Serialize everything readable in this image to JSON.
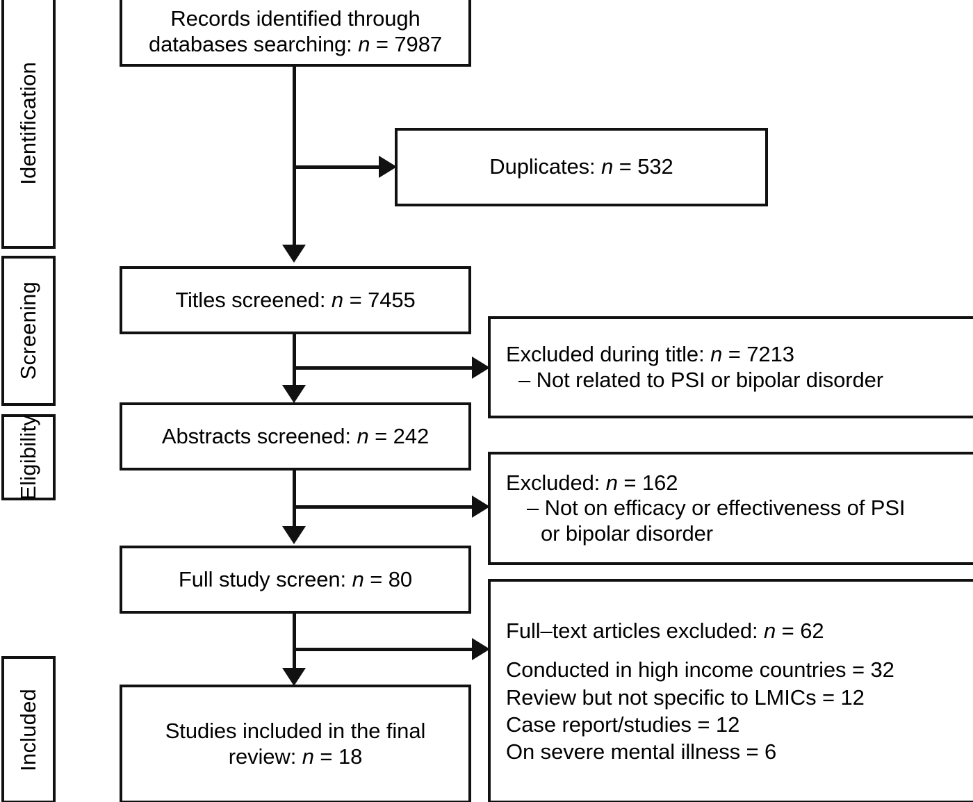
{
  "diagram": {
    "type": "prisma-flow-diagram",
    "stages": [
      {
        "id": "identification",
        "label": "Identification"
      },
      {
        "id": "screening",
        "label": "Screening"
      },
      {
        "id": "eligibility",
        "label": "Eligibility"
      },
      {
        "id": "included",
        "label": "Included"
      }
    ],
    "flow_boxes": [
      {
        "id": "records-identified",
        "line1": "Records identified through",
        "line2_prefix": "databases searching: ",
        "n_symbol": "n",
        "equals": " = ",
        "count": "7987"
      },
      {
        "id": "titles-screened",
        "line1": "Titles screened: ",
        "n_symbol": "n",
        "equals": " = ",
        "count": "7455"
      },
      {
        "id": "abstracts-screened",
        "line1": "Abstracts screened: ",
        "n_symbol": "n",
        "equals": " = ",
        "count": "242"
      },
      {
        "id": "full-study-screen",
        "line1": "Full study screen: ",
        "n_symbol": "n",
        "equals": " = ",
        "count": "80"
      },
      {
        "id": "studies-included",
        "line1": "Studies included in the final",
        "line2_prefix": "review: ",
        "n_symbol": "n",
        "equals": " = ",
        "count": "18"
      }
    ],
    "exclusion_boxes": [
      {
        "id": "duplicates",
        "heading_prefix": "Duplicates: ",
        "n_symbol": "n",
        "equals": " = ",
        "count": "532",
        "reasons": []
      },
      {
        "id": "excluded-during-title",
        "heading_prefix": "Excluded during title: ",
        "n_symbol": "n",
        "equals": " = ",
        "count": "7213",
        "reasons": [
          "– Not related to PSI or bipolar disorder"
        ]
      },
      {
        "id": "excluded-abstract",
        "heading_prefix": "Excluded: ",
        "n_symbol": "n",
        "equals": " = ",
        "count": "162",
        "reasons": [
          "– Not on efficacy or effectiveness of PSI",
          "or bipolar disorder"
        ]
      },
      {
        "id": "full-text-excluded",
        "heading_prefix": "Full–text articles excluded: ",
        "n_symbol": "n",
        "equals": " = ",
        "count": "62",
        "reasons": [
          "Conducted in high income countries = 32",
          "Review but not specific to LMICs = 12",
          "Case report/studies = 12",
          "On severe mental illness = 6"
        ]
      }
    ],
    "colors": {
      "stroke": "#111111",
      "background": "#ffffff",
      "text": "#000000"
    }
  }
}
